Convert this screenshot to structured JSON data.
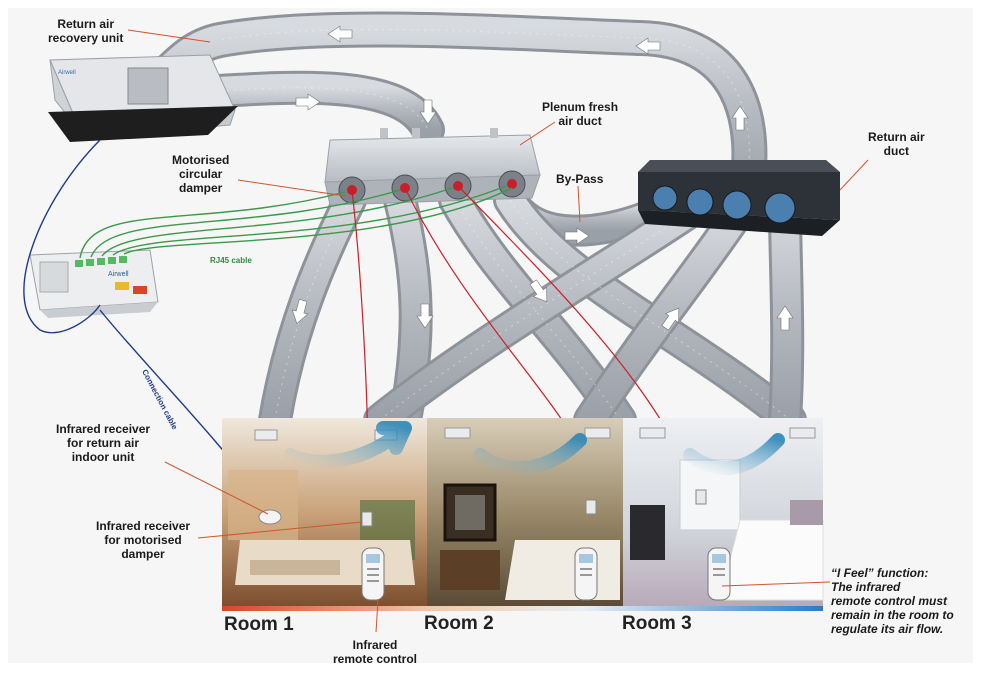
{
  "labels": {
    "return_air_recovery_unit": [
      "Return air",
      "recovery unit"
    ],
    "plenum_fresh_air_duct": [
      "Plenum fresh",
      "air duct"
    ],
    "motorised_circular_damper": [
      "Motorised",
      "circular",
      "damper"
    ],
    "by_pass": "By-Pass",
    "return_air_duct": [
      "Return air",
      "duct"
    ],
    "rj45_cable": "RJ45 cable",
    "connection_cable": "Connection cable",
    "ir_receiver_return": [
      "Infrared receiver",
      "for return air",
      "indoor unit"
    ],
    "ir_receiver_damper": [
      "Infrared  receiver",
      "for motorised",
      "damper"
    ],
    "ir_remote": [
      "Infrared",
      "remote control"
    ],
    "i_feel": [
      "“I Feel” function:",
      "The infrared",
      "remote control must",
      "remain in the room to",
      "regulate its air flow."
    ]
  },
  "rooms": [
    "Room 1",
    "Room 2",
    "Room 3"
  ],
  "colors": {
    "duct": "#b9bdc3",
    "duct_edge": "#8b9097",
    "green_cable": "#3a9a4a",
    "red_cable": "#c8202a",
    "blue_cable": "#1f3a8a",
    "leader": "#d2552a",
    "room_bar_start": "#d8452a",
    "room_bar_end": "#2a7bc8"
  },
  "icons": [
    "arrow-icon",
    "damper-icon",
    "remote-control-icon",
    "ir-receiver-icon"
  ]
}
